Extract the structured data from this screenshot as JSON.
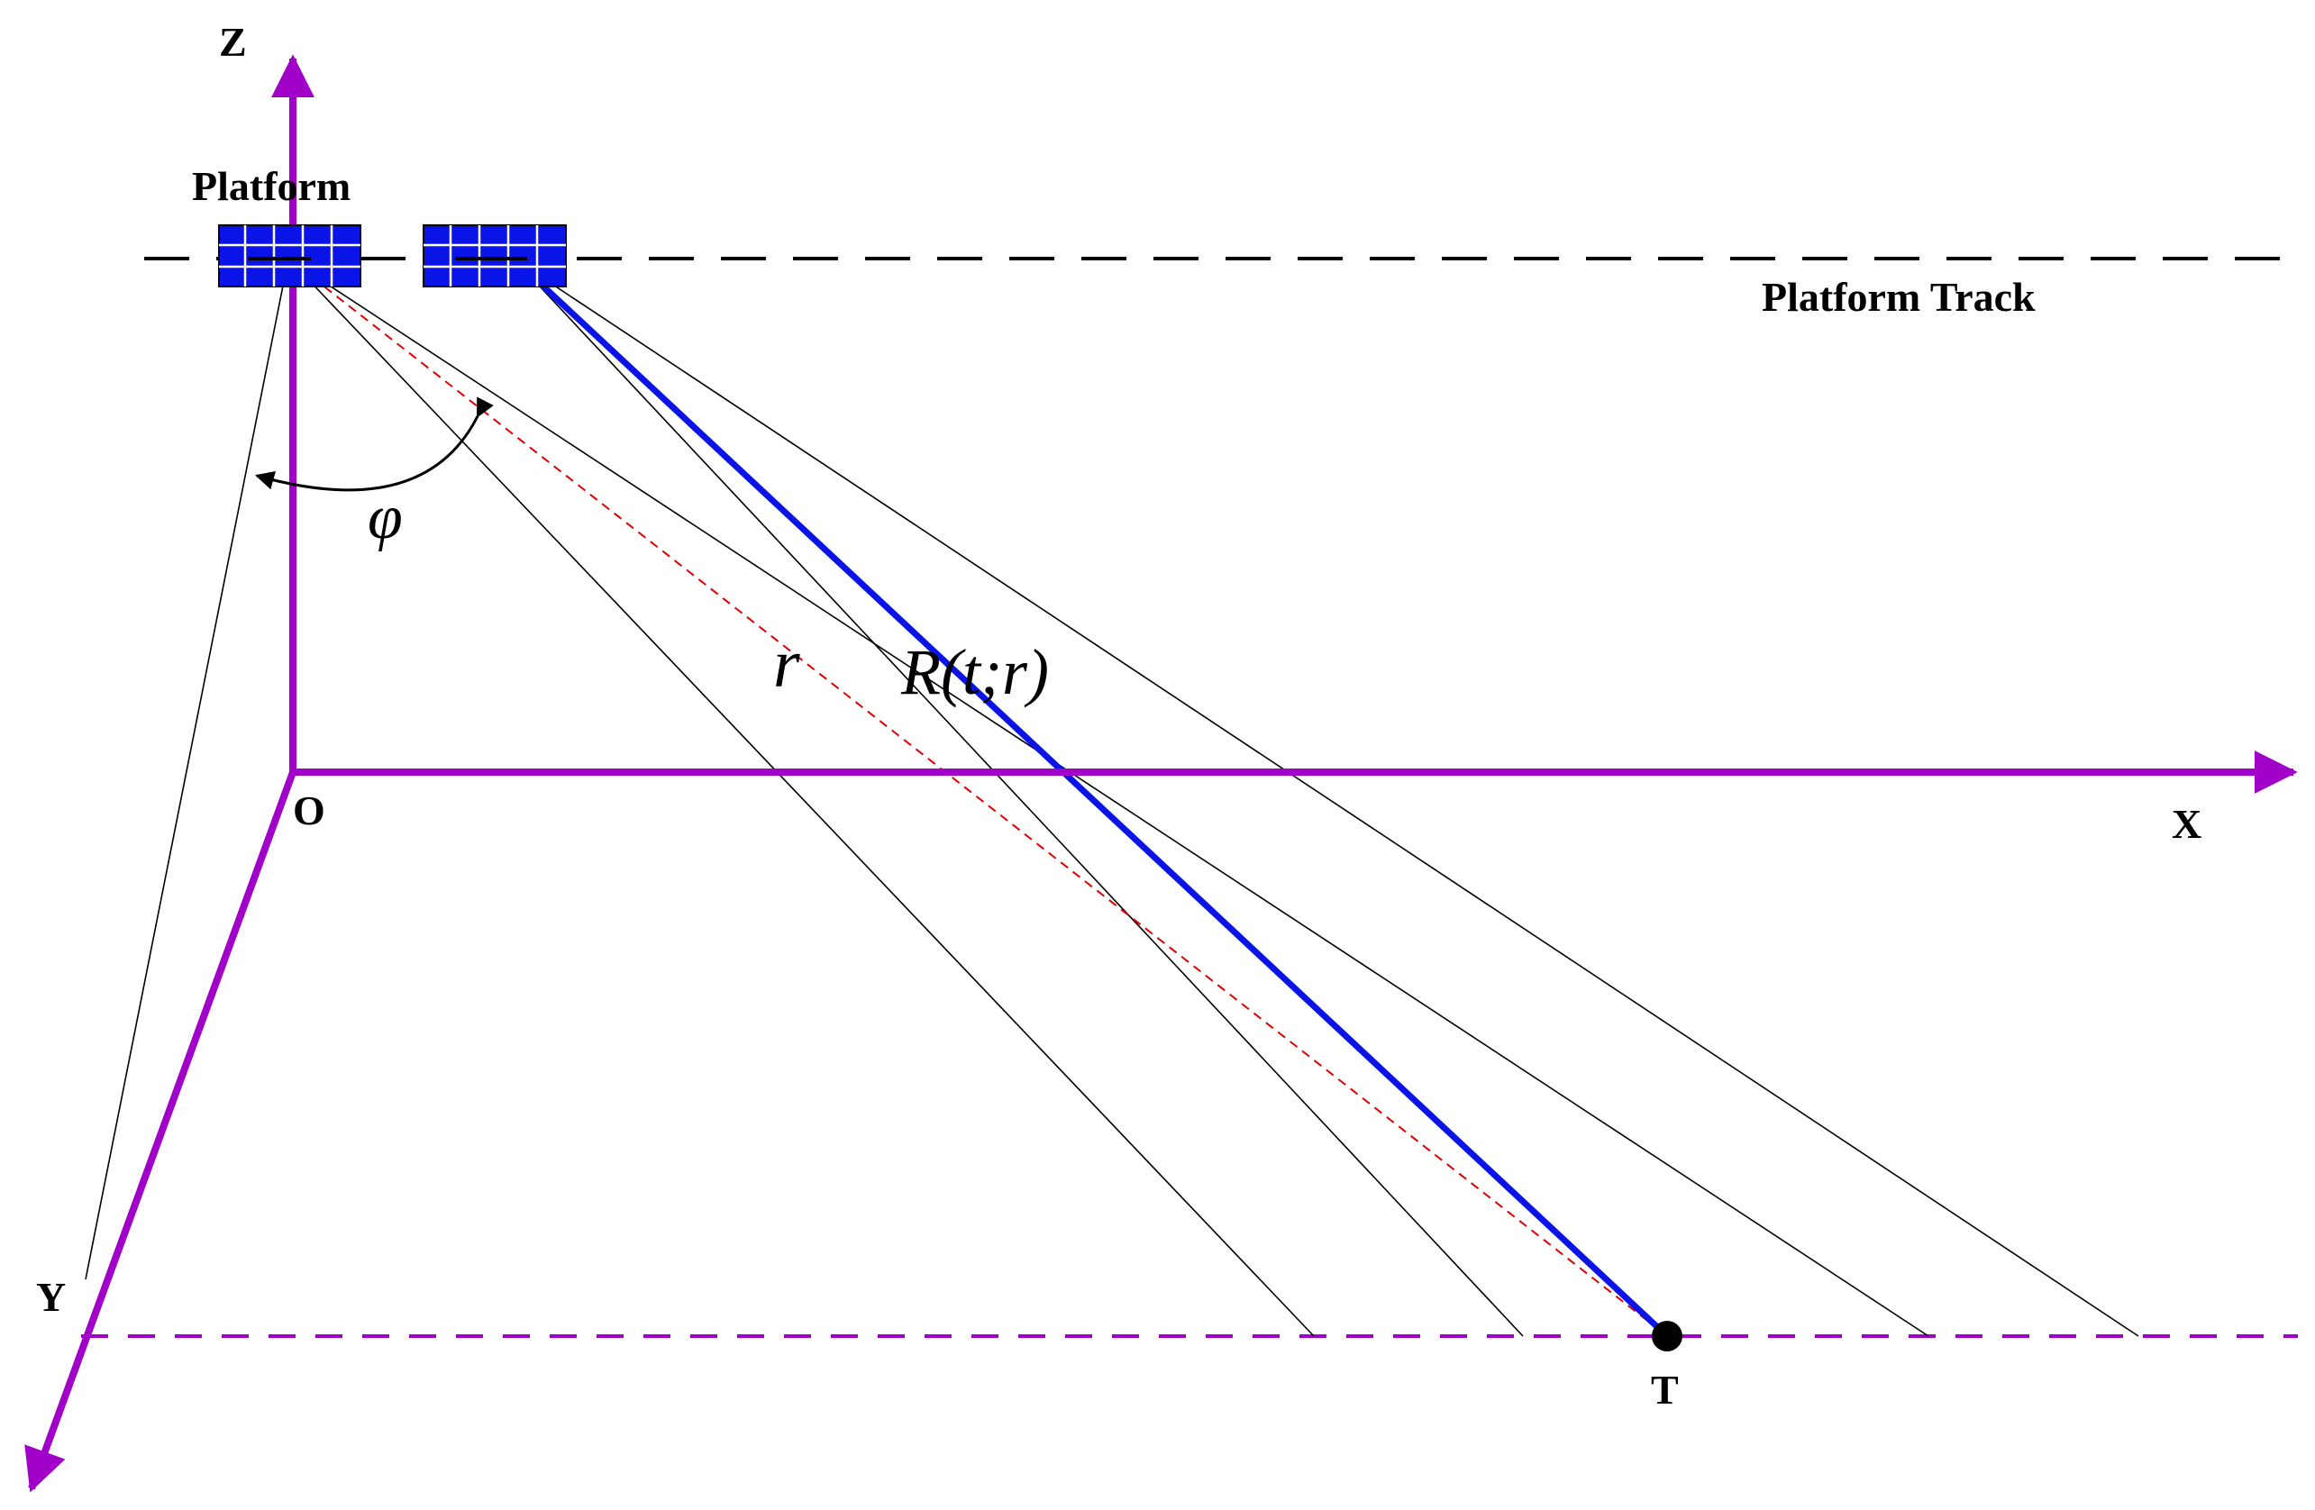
{
  "labels": {
    "z_axis": "Z",
    "x_axis": "X",
    "y_axis": "Y",
    "origin": "O",
    "platform": "Platform",
    "platform_track": "Platform Track",
    "target": "T",
    "angle": "φ",
    "range_r": "r",
    "range_R": "R(t;r)"
  },
  "colors": {
    "axis": "#a000c8",
    "platform_fill": "#0a14e6",
    "range_line": "#0a14e6",
    "beam_line": "#000000",
    "center_line": "#e00000",
    "track": "#000000",
    "ground_line": "#a000c8"
  }
}
